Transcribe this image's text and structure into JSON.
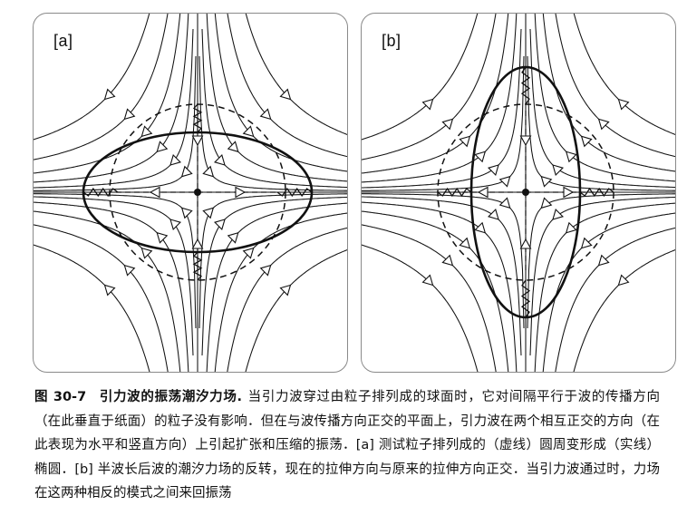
{
  "panels": [
    {
      "label": "[a]"
    },
    {
      "label": "[b]"
    }
  ],
  "caption": {
    "figure_number": "图 30-7",
    "title": "引力波的振荡潮汐力场.",
    "text": "当引力波穿过由粒子排列成的球面时，它对间隔平行于波的传播方向（在此垂直于纸面）的粒子没有影响．但在与波传播方向正交的平面上，引力波在两个相互正交的方向（在此表现为水平和竖直方向）上引起扩张和压缩的振荡．[a] 测试粒子排列成的（虚线）圆周变形成（实线）椭圆．[b] 半波长后波的潮汐力场的反转，现在的拉伸方向与原来的拉伸方向正交．当引力波通过时，力场在这两种相反的模式之间来回振荡"
  },
  "colors": {
    "ink": "#111111",
    "frame": "#8a8a8a"
  }
}
